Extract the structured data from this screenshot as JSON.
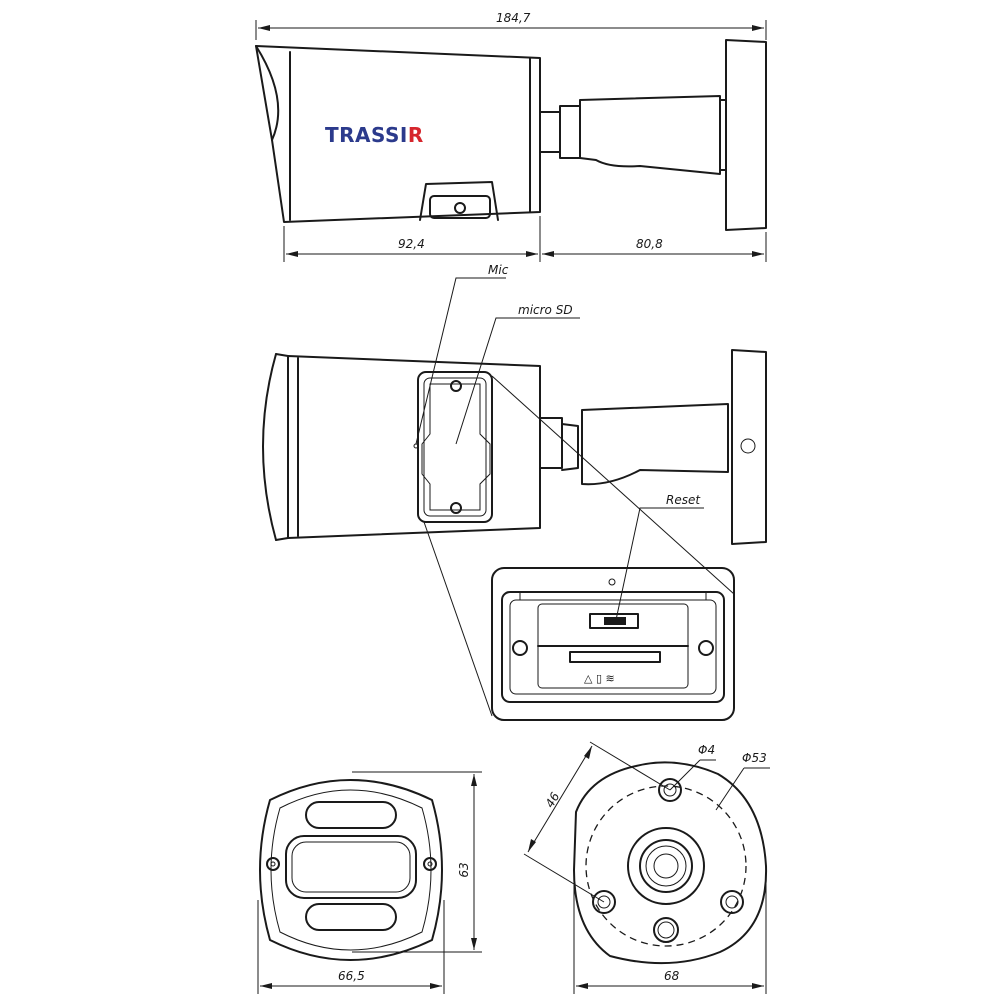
{
  "logo": {
    "text_main": "TRASSI",
    "text_accent": "R",
    "main_color": "#2b3a8c",
    "accent_color": "#d6262d"
  },
  "dimensions": {
    "overall_length": "184,7",
    "body_length": "92,4",
    "bracket_length": "80,8",
    "front_width": "66,5",
    "front_height": "63",
    "base_width": "68",
    "hole_spacing": "46",
    "hole_diameter": "Φ4",
    "bolt_circle": "Φ53"
  },
  "callouts": {
    "mic": "Mic",
    "micro_sd": "micro SD",
    "reset": "Reset"
  },
  "sd_marks": "△ ▯ ≋",
  "colors": {
    "line": "#1a1a1a",
    "background": "#ffffff"
  }
}
